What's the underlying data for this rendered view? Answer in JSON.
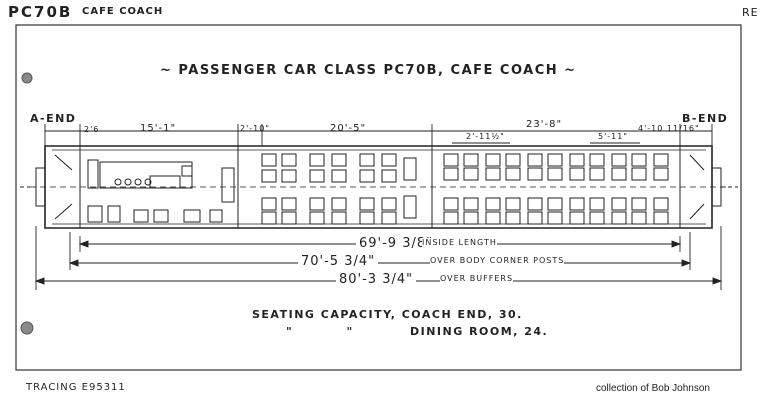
{
  "header": {
    "class_code": "PC70B",
    "class_name": "CAFE COACH",
    "corner_fragment": "RE"
  },
  "title": "~ PASSENGER CAR CLASS PC70B, CAFE COACH ~",
  "ends": {
    "a": "A-END",
    "b": "B-END"
  },
  "dimensions": {
    "top_left": [
      "2'6",
      "15'-1\"",
      "2'-10\"",
      "20'-5\""
    ],
    "top_right": "23'-8\"",
    "seat_pitch": [
      "2'-11½\"",
      "5'-11\""
    ],
    "b_end": "4'-10 11/16\"",
    "inside_length": {
      "value": "69'-9 3/8\"",
      "label": "INSIDE LENGTH"
    },
    "over_posts": {
      "value": "70'-5 3/4\"",
      "label": "OVER BODY CORNER POSTS"
    },
    "over_buffers": {
      "value": "80'-3 3/4\"",
      "label": "OVER BUFFERS"
    }
  },
  "seating": {
    "line1": "SEATING CAPACITY, COACH END, 30.",
    "line2_ditto": "\"          \"",
    "line2": "DINING ROOM, 24."
  },
  "footer": {
    "tracing": "TRACING E95311",
    "credit": "collection of Bob Johnson"
  },
  "colors": {
    "ink": "#222222",
    "paper": "#ffffff",
    "hole": "#8a8a8a"
  }
}
